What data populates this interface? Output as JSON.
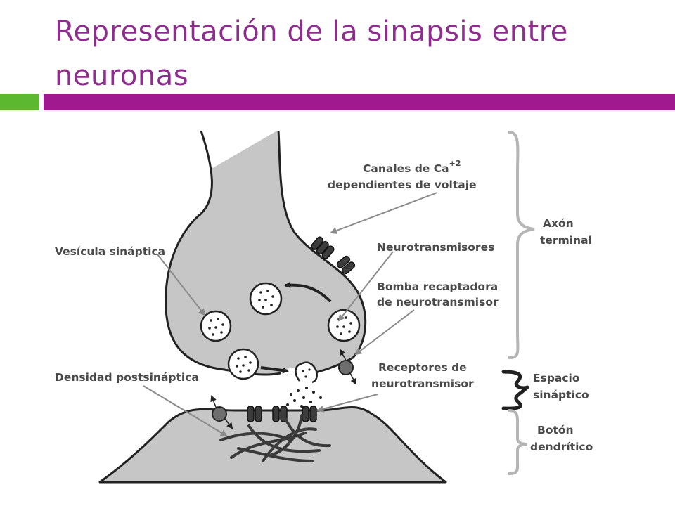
{
  "slide": {
    "title": "Representación de la sinapsis entre neuronas"
  },
  "colors": {
    "title": "#8e2d8e",
    "accent_green": "#5cb82e",
    "accent_purple": "#a0198e",
    "cell_fill": "#c6c6c6",
    "outline": "#222222",
    "bracket": "#b5b5b5",
    "label": "#4a4a4a"
  },
  "diagram": {
    "labels": {
      "canales_line1": "Canales de Ca",
      "canales_superscript": "+2",
      "canales_line2": "dependientes de voltaje",
      "vesicula": "Vesícula sináptica",
      "neurotransmisores": "Neurotransmisores",
      "bomba_line1": "Bomba recaptadora",
      "bomba_line2": "de neurotransmisor",
      "receptores_line1": "Receptores de",
      "receptores_line2": "neurotransmisor",
      "densidad": "Densidad postsináptica"
    },
    "brackets": {
      "axon_line1": "Axón",
      "axon_line2": "terminal",
      "espacio_line1": "Espacio",
      "espacio_line2": "sináptico",
      "boton_line1": "Botón",
      "boton_line2": "dendrítico"
    }
  }
}
